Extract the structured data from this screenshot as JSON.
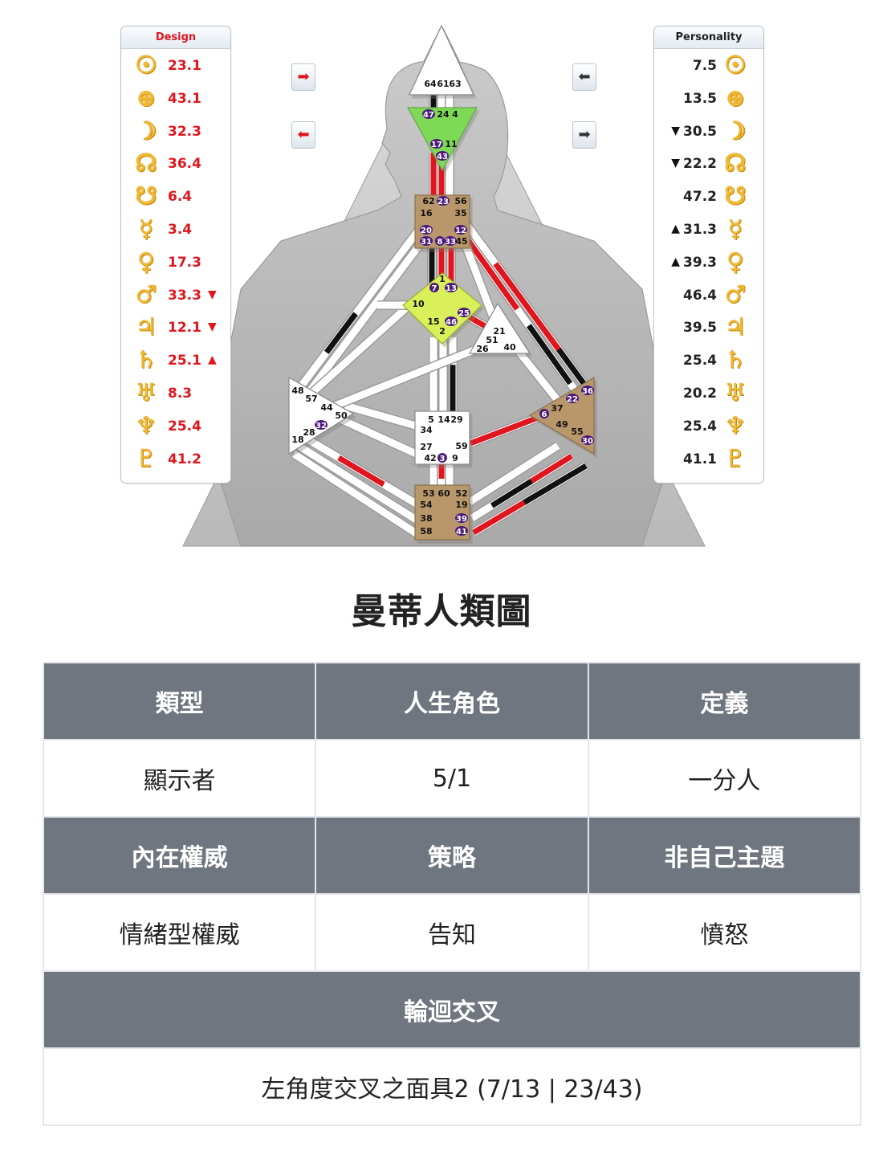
{
  "design_panel": {
    "title": "Design",
    "rows": [
      {
        "symbol": "☉",
        "icon": "sun-icon",
        "value": "23.1",
        "arrow": ""
      },
      {
        "symbol": "⊕",
        "icon": "earth-icon",
        "value": "43.1",
        "arrow": ""
      },
      {
        "symbol": "☽",
        "icon": "moon-icon",
        "value": "32.3",
        "arrow": ""
      },
      {
        "symbol": "☊",
        "icon": "north-node-icon",
        "value": "36.4",
        "arrow": ""
      },
      {
        "symbol": "☋",
        "icon": "south-node-icon",
        "value": "6.4",
        "arrow": ""
      },
      {
        "symbol": "☿",
        "icon": "mercury-icon",
        "value": "3.4",
        "arrow": ""
      },
      {
        "symbol": "♀",
        "icon": "venus-icon",
        "value": "17.3",
        "arrow": ""
      },
      {
        "symbol": "♂",
        "icon": "mars-icon",
        "value": "33.3",
        "arrow": "▼"
      },
      {
        "symbol": "♃",
        "icon": "jupiter-icon",
        "value": "12.1",
        "arrow": "▼"
      },
      {
        "symbol": "♄",
        "icon": "saturn-icon",
        "value": "25.1",
        "arrow": "▲"
      },
      {
        "symbol": "♅",
        "icon": "uranus-icon",
        "value": "8.3",
        "arrow": ""
      },
      {
        "symbol": "♆",
        "icon": "neptune-icon",
        "value": "25.4",
        "arrow": ""
      },
      {
        "symbol": "♇",
        "icon": "pluto-icon",
        "value": "41.2",
        "arrow": ""
      }
    ]
  },
  "personality_panel": {
    "title": "Personality",
    "rows": [
      {
        "symbol": "☉",
        "icon": "sun-icon",
        "value": "7.5",
        "arrow": ""
      },
      {
        "symbol": "⊕",
        "icon": "earth-icon",
        "value": "13.5",
        "arrow": ""
      },
      {
        "symbol": "☽",
        "icon": "moon-icon",
        "value": "30.5",
        "arrow": "▼"
      },
      {
        "symbol": "☊",
        "icon": "north-node-icon",
        "value": "22.2",
        "arrow": "▼"
      },
      {
        "symbol": "☋",
        "icon": "south-node-icon",
        "value": "47.2",
        "arrow": ""
      },
      {
        "symbol": "☿",
        "icon": "mercury-icon",
        "value": "31.3",
        "arrow": "▲"
      },
      {
        "symbol": "♀",
        "icon": "venus-icon",
        "value": "39.3",
        "arrow": "▲"
      },
      {
        "symbol": "♂",
        "icon": "mars-icon",
        "value": "46.4",
        "arrow": ""
      },
      {
        "symbol": "♃",
        "icon": "jupiter-icon",
        "value": "39.5",
        "arrow": ""
      },
      {
        "symbol": "♄",
        "icon": "saturn-icon",
        "value": "25.4",
        "arrow": ""
      },
      {
        "symbol": "♅",
        "icon": "uranus-icon",
        "value": "20.2",
        "arrow": ""
      },
      {
        "symbol": "♆",
        "icon": "neptune-icon",
        "value": "25.4",
        "arrow": ""
      },
      {
        "symbol": "♇",
        "icon": "pluto-icon",
        "value": "41.1",
        "arrow": ""
      }
    ]
  },
  "nav_buttons": {
    "design_next": {
      "glyph": "➡",
      "icon": "arrow-right-icon",
      "color": "#e0161f"
    },
    "design_prev": {
      "glyph": "⬅",
      "icon": "arrow-left-icon",
      "color": "#e0161f"
    },
    "personality_prev": {
      "glyph": "⬅",
      "icon": "arrow-left-icon",
      "color": "#333333"
    },
    "personality_next": {
      "glyph": "➡",
      "icon": "arrow-right-icon",
      "color": "#333333"
    }
  },
  "bodygraph": {
    "colors": {
      "design": "#e0161f",
      "personality": "#111111",
      "head_center": "#ffffff",
      "ajna_center": "#7ed957",
      "throat_center": "#b8976a",
      "g_center": "#d9f05a",
      "heart_center": "#ffffff",
      "spleen_center": "#ffffff",
      "solar_plexus_center": "#b8976a",
      "sacral_center": "#ffffff",
      "root_center": "#b8976a",
      "gate_badge": "#4b1b7a",
      "background_triangle": "#c4c4c4",
      "silhouette": "#b5b5b5"
    },
    "gates": {
      "head": [
        "64",
        "61",
        "63"
      ],
      "ajna": [
        "47",
        "24",
        "4",
        "17",
        "11",
        "43"
      ],
      "throat": [
        "62",
        "23",
        "56",
        "16",
        "35",
        "20",
        "12",
        "31",
        "8",
        "33",
        "45"
      ],
      "g": [
        "1",
        "7",
        "13",
        "10",
        "25",
        "15",
        "46",
        "2"
      ],
      "heart": [
        "21",
        "51",
        "26",
        "40"
      ],
      "spleen": [
        "48",
        "57",
        "44",
        "50",
        "32",
        "28",
        "18"
      ],
      "solar_plexus": [
        "36",
        "22",
        "6",
        "37",
        "49",
        "55",
        "30"
      ],
      "sacral": [
        "5",
        "14",
        "29",
        "34",
        "27",
        "59",
        "42",
        "3",
        "9"
      ],
      "root": [
        "53",
        "60",
        "52",
        "54",
        "19",
        "38",
        "39",
        "58",
        "41"
      ]
    },
    "active_gates": [
      "47",
      "17",
      "43",
      "23",
      "20",
      "12",
      "31",
      "8",
      "33",
      "7",
      "13",
      "25",
      "46",
      "32",
      "36",
      "22",
      "6",
      "30",
      "3",
      "39",
      "41"
    ]
  },
  "page_title": "曼蒂人類圖",
  "table": {
    "row1_headers": [
      "類型",
      "人生角色",
      "定義"
    ],
    "row1_values": [
      "顯示者",
      "5/1",
      "一分人"
    ],
    "row2_headers": [
      "內在權威",
      "策略",
      "非自己主題"
    ],
    "row2_values": [
      "情緒型權威",
      "告知",
      "憤怒"
    ],
    "row3_header": "輪迴交叉",
    "row3_value": "左角度交叉之面具2 (7/13 | 23/43)"
  }
}
